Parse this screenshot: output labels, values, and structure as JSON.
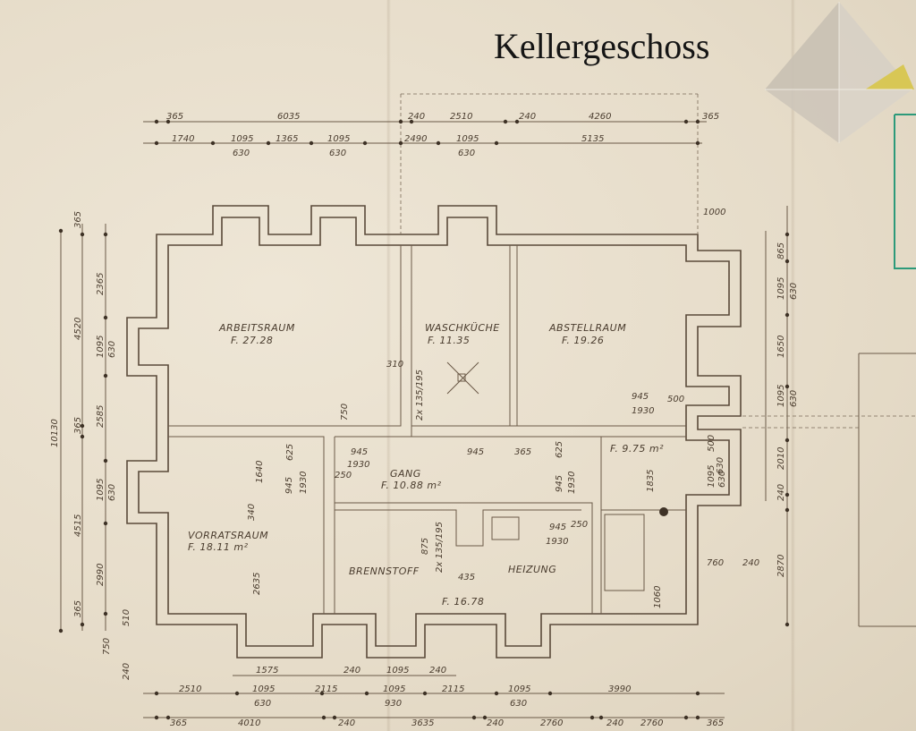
{
  "title": "Kellergeschoss",
  "rooms": [
    {
      "name": "ARBEITSRAUM",
      "area": "F. 27.28"
    },
    {
      "name": "WASCHKÜCHE",
      "area": "F. 11.35"
    },
    {
      "name": "ABSTELLRAUM",
      "area": "F. 19.26"
    },
    {
      "name": "GANG",
      "area": "F. 10.88 m²"
    },
    {
      "name": "VORRATSRAUM",
      "area": "F. 18.11 m²"
    },
    {
      "name": "BRENNSTOFF",
      "area": ""
    },
    {
      "name": "HEIZUNG",
      "area": "F. 16.78"
    },
    {
      "name": "",
      "area": "F. 9.75 m²"
    }
  ],
  "dimensions": {
    "top_row1": [
      "365",
      "6035",
      "240",
      "2510",
      "240",
      "4260",
      "365"
    ],
    "top_row2": [
      "1740",
      "1095",
      "1365",
      "1095",
      "2490",
      "1095",
      "5135"
    ],
    "top_row2_sub": [
      "630",
      "630",
      "630"
    ],
    "top_right": "1000",
    "left_outer": [
      "10130"
    ],
    "left_mid": [
      "4520",
      "365",
      "4515"
    ],
    "left_inner": [
      "365",
      "2365",
      "1095",
      "2585",
      "1095",
      "2990",
      "365"
    ],
    "left_inner_sub": [
      "630",
      "630"
    ],
    "left_bottom": [
      "510",
      "750",
      "240"
    ],
    "right": [
      "865",
      "1095",
      "1650",
      "1095",
      "2010",
      "240",
      "2870"
    ],
    "right_sub": [
      "630",
      "630",
      "630"
    ],
    "bottom_row1": [
      "1575",
      "240",
      "1095",
      "240"
    ],
    "bottom_row2": [
      "2510",
      "1095",
      "2115",
      "1095",
      "2115",
      "1095",
      "3990"
    ],
    "bottom_row2_sub": [
      "630",
      "930",
      "630"
    ],
    "bottom_row3": [
      "365",
      "4010",
      "240",
      "3635",
      "240",
      "2760",
      "240",
      "2760",
      "365"
    ],
    "interior": [
      "310",
      "2x 135/195",
      "750",
      "945",
      "500",
      "1930",
      "945",
      "1930",
      "945",
      "365",
      "625",
      "1640",
      "945",
      "1930",
      "250",
      "625",
      "945",
      "1930",
      "340",
      "2635",
      "875",
      "2x 135/195",
      "435",
      "945",
      "250",
      "1930",
      "1835",
      "500",
      "1095",
      "630",
      "760",
      "240",
      "1060"
    ]
  }
}
